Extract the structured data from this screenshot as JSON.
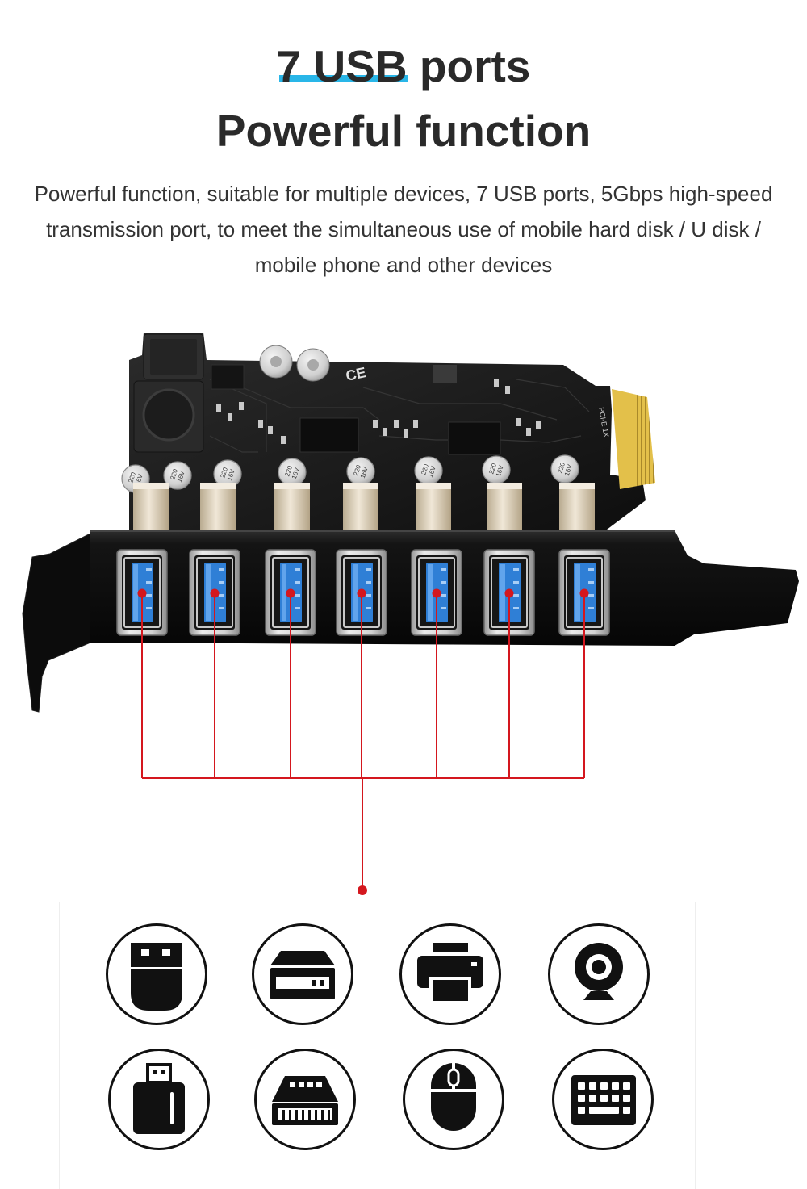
{
  "title": {
    "highlight": "7 USB",
    "rest": " ports",
    "line2": "Powerful function"
  },
  "description": {
    "lines": [
      "Powerful function, suitable for multiple devices, 7 USB ports, 5Gbps high-speed",
      "transmission port, to meet the simultaneous use of mobile hard disk / U disk /",
      "mobile phone and other devices"
    ]
  },
  "product": {
    "usb_port_count": 7,
    "capacitor_value": "220",
    "capacitor_voltage": "16V",
    "certification_mark": "CE",
    "slot_label": "PCI-E 1X"
  },
  "devices": [
    {
      "icon": "usb-plug-icon"
    },
    {
      "icon": "external-hard-drive-icon"
    },
    {
      "icon": "printer-icon"
    },
    {
      "icon": "webcam-icon"
    },
    {
      "icon": "usb-flash-drive-icon"
    },
    {
      "icon": "solid-state-drive-icon"
    },
    {
      "icon": "mouse-icon"
    },
    {
      "icon": "keyboard-icon"
    }
  ],
  "colors": {
    "text": "#2a2a2a",
    "accent": "#29b6e8",
    "connector_line": "#d4171e",
    "usb_insert": "#2f7fd6",
    "icon": "#111111"
  }
}
